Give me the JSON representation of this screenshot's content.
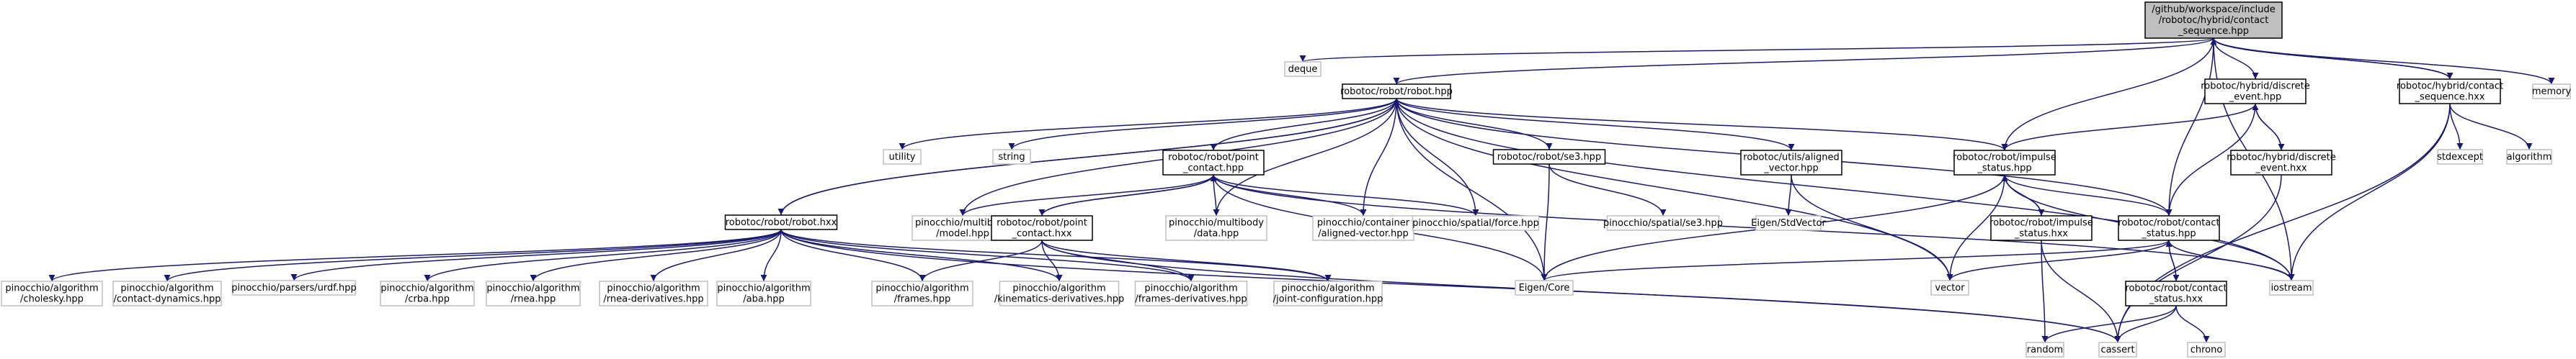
{
  "graph": {
    "title": "",
    "nodes": [
      {
        "id": "root",
        "kind": "root",
        "lines": [
          "/github/workspace/include",
          "/robotoc/hybrid/contact",
          "_sequence.hpp"
        ]
      },
      {
        "id": "deque",
        "kind": "sys",
        "lines": [
          "deque"
        ]
      },
      {
        "id": "robot_hpp",
        "kind": "hdr",
        "lines": [
          "robotoc/robot/robot.hpp"
        ]
      },
      {
        "id": "discrete_event_hpp",
        "kind": "hdr",
        "lines": [
          "robotoc/hybrid/discrete",
          "_event.hpp"
        ]
      },
      {
        "id": "contact_seq_hxx",
        "kind": "hdr",
        "lines": [
          "robotoc/hybrid/contact",
          "_sequence.hxx"
        ]
      },
      {
        "id": "memory",
        "kind": "sys",
        "lines": [
          "memory"
        ]
      },
      {
        "id": "utility",
        "kind": "sys",
        "lines": [
          "utility"
        ]
      },
      {
        "id": "string",
        "kind": "sys",
        "lines": [
          "string"
        ]
      },
      {
        "id": "point_contact_hpp",
        "kind": "hdr",
        "lines": [
          "robotoc/robot/point",
          "_contact.hpp"
        ]
      },
      {
        "id": "se3_hpp",
        "kind": "hdr",
        "lines": [
          "robotoc/robot/se3.hpp"
        ]
      },
      {
        "id": "aligned_vector_hpp",
        "kind": "hdr",
        "lines": [
          "robotoc/utils/aligned",
          "_vector.hpp"
        ]
      },
      {
        "id": "impulse_status_hpp",
        "kind": "hdr",
        "lines": [
          "robotoc/robot/impulse",
          "_status.hpp"
        ]
      },
      {
        "id": "discrete_event_hxx",
        "kind": "hdr",
        "lines": [
          "robotoc/hybrid/discrete",
          "_event.hxx"
        ]
      },
      {
        "id": "stdexcept",
        "kind": "sys",
        "lines": [
          "stdexcept"
        ]
      },
      {
        "id": "algorithm",
        "kind": "sys",
        "lines": [
          "algorithm"
        ]
      },
      {
        "id": "robot_hxx",
        "kind": "hdr",
        "lines": [
          "robotoc/robot/robot.hxx"
        ]
      },
      {
        "id": "pin_model",
        "kind": "sys",
        "lines": [
          "pinocchio/multibody",
          "/model.hpp"
        ]
      },
      {
        "id": "point_contact_hxx",
        "kind": "hdr",
        "lines": [
          "robotoc/robot/point",
          "_contact.hxx"
        ]
      },
      {
        "id": "pin_data",
        "kind": "sys",
        "lines": [
          "pinocchio/multibody",
          "/data.hpp"
        ]
      },
      {
        "id": "pin_aligned_vector",
        "kind": "sys",
        "lines": [
          "pinocchio/container",
          "/aligned-vector.hpp"
        ]
      },
      {
        "id": "pin_force",
        "kind": "sys",
        "lines": [
          "pinocchio/spatial/force.hpp"
        ]
      },
      {
        "id": "pin_se3",
        "kind": "sys",
        "lines": [
          "pinocchio/spatial/se3.hpp"
        ]
      },
      {
        "id": "eigen_stdvector",
        "kind": "sys",
        "lines": [
          "Eigen/StdVector"
        ]
      },
      {
        "id": "impulse_status_hxx",
        "kind": "hdr",
        "lines": [
          "robotoc/robot/impulse",
          "_status.hxx"
        ]
      },
      {
        "id": "contact_status_hpp",
        "kind": "hdr",
        "lines": [
          "robotoc/robot/contact",
          "_status.hpp"
        ]
      },
      {
        "id": "pin_cholesky",
        "kind": "sys",
        "lines": [
          "pinocchio/algorithm",
          "/cholesky.hpp"
        ]
      },
      {
        "id": "pin_contact_dyn",
        "kind": "sys",
        "lines": [
          "pinocchio/algorithm",
          "/contact-dynamics.hpp"
        ]
      },
      {
        "id": "pin_urdf",
        "kind": "sys",
        "lines": [
          "pinocchio/parsers/urdf.hpp"
        ]
      },
      {
        "id": "pin_crba",
        "kind": "sys",
        "lines": [
          "pinocchio/algorithm",
          "/crba.hpp"
        ]
      },
      {
        "id": "pin_rnea",
        "kind": "sys",
        "lines": [
          "pinocchio/algorithm",
          "/rnea.hpp"
        ]
      },
      {
        "id": "pin_rnea_deriv",
        "kind": "sys",
        "lines": [
          "pinocchio/algorithm",
          "/rnea-derivatives.hpp"
        ]
      },
      {
        "id": "pin_aba",
        "kind": "sys",
        "lines": [
          "pinocchio/algorithm",
          "/aba.hpp"
        ]
      },
      {
        "id": "pin_frames",
        "kind": "sys",
        "lines": [
          "pinocchio/algorithm",
          "/frames.hpp"
        ]
      },
      {
        "id": "pin_kin_deriv",
        "kind": "sys",
        "lines": [
          "pinocchio/algorithm",
          "/kinematics-derivatives.hpp"
        ]
      },
      {
        "id": "pin_frames_deriv",
        "kind": "sys",
        "lines": [
          "pinocchio/algorithm",
          "/frames-derivatives.hpp"
        ]
      },
      {
        "id": "pin_joint_config",
        "kind": "sys",
        "lines": [
          "pinocchio/algorithm",
          "/joint-configuration.hpp"
        ]
      },
      {
        "id": "eigen_core",
        "kind": "sys",
        "lines": [
          "Eigen/Core"
        ]
      },
      {
        "id": "vector",
        "kind": "sys",
        "lines": [
          "vector"
        ]
      },
      {
        "id": "contact_status_hxx",
        "kind": "hdr",
        "lines": [
          "robotoc/robot/contact",
          "_status.hxx"
        ]
      },
      {
        "id": "iostream",
        "kind": "sys",
        "lines": [
          "iostream"
        ]
      },
      {
        "id": "random",
        "kind": "sys",
        "lines": [
          "random"
        ]
      },
      {
        "id": "cassert",
        "kind": "sys",
        "lines": [
          "cassert"
        ]
      },
      {
        "id": "chrono",
        "kind": "sys",
        "lines": [
          "chrono"
        ]
      }
    ],
    "edges": [
      [
        "root",
        "deque"
      ],
      [
        "root",
        "robot_hpp"
      ],
      [
        "root",
        "discrete_event_hpp"
      ],
      [
        "root",
        "contact_seq_hxx"
      ],
      [
        "root",
        "memory"
      ],
      [
        "root",
        "impulse_status_hpp"
      ],
      [
        "root",
        "contact_status_hpp"
      ],
      [
        "root",
        "iostream"
      ],
      [
        "robot_hpp",
        "utility"
      ],
      [
        "robot_hpp",
        "string"
      ],
      [
        "robot_hpp",
        "point_contact_hpp"
      ],
      [
        "robot_hpp",
        "se3_hpp"
      ],
      [
        "robot_hpp",
        "aligned_vector_hpp"
      ],
      [
        "robot_hpp",
        "impulse_status_hpp"
      ],
      [
        "robot_hpp",
        "robot_hxx"
      ],
      [
        "robot_hpp",
        "pin_model"
      ],
      [
        "robot_hpp",
        "pin_data"
      ],
      [
        "robot_hpp",
        "pin_aligned_vector"
      ],
      [
        "robot_hpp",
        "pin_force"
      ],
      [
        "robot_hpp",
        "vector"
      ],
      [
        "robot_hpp",
        "iostream"
      ],
      [
        "robot_hpp",
        "contact_status_hpp"
      ],
      [
        "robot_hpp",
        "eigen_core"
      ],
      [
        "discrete_event_hpp",
        "discrete_event_hxx"
      ],
      [
        "discrete_event_hpp",
        "impulse_status_hpp"
      ],
      [
        "discrete_event_hpp",
        "contact_status_hpp"
      ],
      [
        "discrete_event_hxx",
        "discrete_event_hpp"
      ],
      [
        "discrete_event_hxx",
        "cassert"
      ],
      [
        "contact_seq_hxx",
        "root"
      ],
      [
        "contact_seq_hxx",
        "stdexcept"
      ],
      [
        "contact_seq_hxx",
        "algorithm"
      ],
      [
        "contact_seq_hxx",
        "iostream"
      ],
      [
        "contact_seq_hxx",
        "cassert"
      ],
      [
        "point_contact_hpp",
        "pin_model"
      ],
      [
        "point_contact_hpp",
        "pin_data"
      ],
      [
        "point_contact_hpp",
        "pin_force"
      ],
      [
        "point_contact_hpp",
        "point_contact_hxx"
      ],
      [
        "point_contact_hpp",
        "eigen_core"
      ],
      [
        "point_contact_hpp",
        "iostream"
      ],
      [
        "point_contact_hpp",
        "pin_aligned_vector"
      ],
      [
        "point_contact_hxx",
        "point_contact_hpp"
      ],
      [
        "point_contact_hxx",
        "pin_frames"
      ],
      [
        "point_contact_hxx",
        "pin_kin_deriv"
      ],
      [
        "point_contact_hxx",
        "pin_frames_deriv"
      ],
      [
        "point_contact_hxx",
        "pin_joint_config"
      ],
      [
        "point_contact_hxx",
        "cassert"
      ],
      [
        "se3_hpp",
        "pin_se3"
      ],
      [
        "se3_hpp",
        "eigen_core"
      ],
      [
        "aligned_vector_hpp",
        "eigen_stdvector"
      ],
      [
        "aligned_vector_hpp",
        "vector"
      ],
      [
        "impulse_status_hpp",
        "impulse_status_hxx"
      ],
      [
        "impulse_status_hpp",
        "vector"
      ],
      [
        "impulse_status_hpp",
        "iostream"
      ],
      [
        "impulse_status_hpp",
        "eigen_core"
      ],
      [
        "impulse_status_hpp",
        "contact_status_hpp"
      ],
      [
        "impulse_status_hxx",
        "impulse_status_hpp"
      ],
      [
        "impulse_status_hxx",
        "random"
      ],
      [
        "impulse_status_hxx",
        "cassert"
      ],
      [
        "contact_status_hpp",
        "contact_status_hxx"
      ],
      [
        "contact_status_hpp",
        "vector"
      ],
      [
        "contact_status_hpp",
        "iostream"
      ],
      [
        "contact_status_hpp",
        "eigen_core"
      ],
      [
        "contact_status_hxx",
        "contact_status_hpp"
      ],
      [
        "contact_status_hxx",
        "random"
      ],
      [
        "contact_status_hxx",
        "cassert"
      ],
      [
        "contact_status_hxx",
        "chrono"
      ],
      [
        "robot_hxx",
        "robot_hpp"
      ],
      [
        "robot_hxx",
        "pin_cholesky"
      ],
      [
        "robot_hxx",
        "pin_contact_dyn"
      ],
      [
        "robot_hxx",
        "pin_urdf"
      ],
      [
        "robot_hxx",
        "pin_crba"
      ],
      [
        "robot_hxx",
        "pin_rnea"
      ],
      [
        "robot_hxx",
        "pin_rnea_deriv"
      ],
      [
        "robot_hxx",
        "pin_aba"
      ],
      [
        "robot_hxx",
        "pin_frames"
      ],
      [
        "robot_hxx",
        "pin_kin_deriv"
      ],
      [
        "robot_hxx",
        "pin_frames_deriv"
      ],
      [
        "robot_hxx",
        "pin_joint_config"
      ],
      [
        "robot_hxx",
        "cassert"
      ]
    ]
  }
}
